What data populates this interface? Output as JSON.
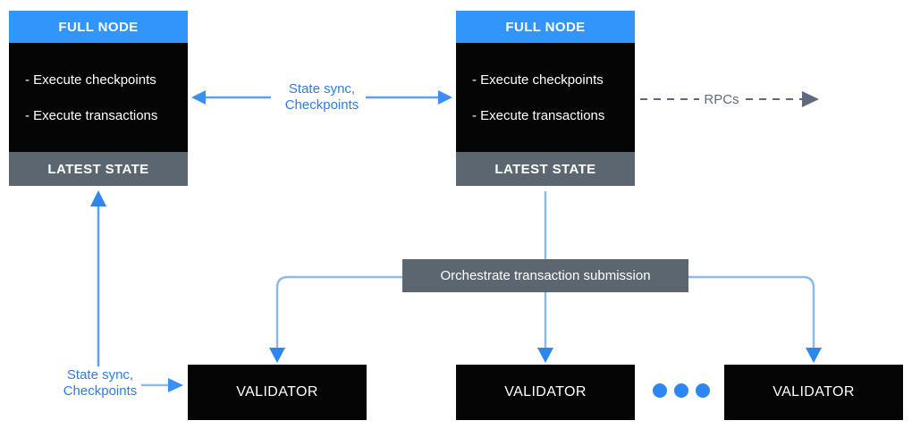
{
  "colors": {
    "node_header_blue": "#3295FC",
    "node_body_black": "#050505",
    "gray_box": "#5C6670",
    "connector_blue": "#8ABAF0",
    "arrowhead_blue": "#2E87F0",
    "label_blue": "#2E7CE6",
    "rpc_gray": "#5F6B7C",
    "dot_blue": "#2E86F0"
  },
  "full_nodes": [
    {
      "title": "FULL NODE",
      "items": [
        "- Execute checkpoints",
        "- Execute transactions"
      ],
      "footer": "LATEST STATE"
    },
    {
      "title": "FULL NODE",
      "items": [
        "- Execute checkpoints",
        "- Execute transactions"
      ],
      "footer": "LATEST STATE"
    }
  ],
  "labels": {
    "state_sync_top": {
      "line1": "State sync,",
      "line2": "Checkpoints"
    },
    "rpcs": "RPCs",
    "orchestrate": "Orchestrate transaction submission",
    "state_sync_bottom": {
      "line1": "State sync,",
      "line2": "Checkpoints"
    }
  },
  "validators": [
    {
      "label": "VALIDATOR"
    },
    {
      "label": "VALIDATOR"
    },
    {
      "label": "VALIDATOR"
    }
  ]
}
